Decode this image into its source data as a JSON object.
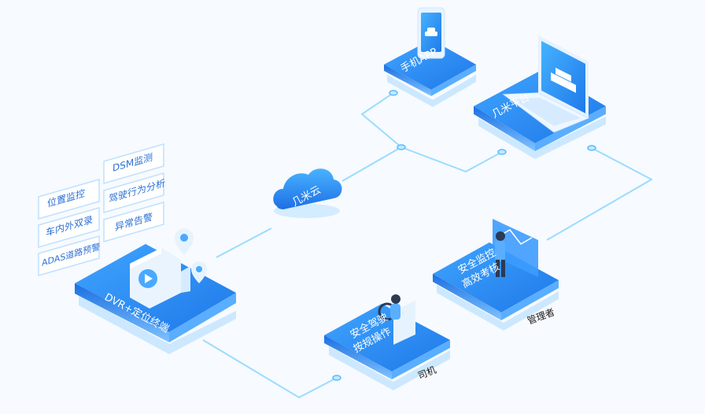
{
  "nodes": {
    "dvr": {
      "label": "DVR+定位终端"
    },
    "cloud": {
      "label": "几米云"
    },
    "app": {
      "label": "手机APP"
    },
    "platform": {
      "label": "几米平台"
    },
    "monitor": {
      "line1": "安全监控",
      "line2": "高效考核"
    },
    "drive": {
      "line1": "安全驾驶",
      "line2": "按规操作"
    }
  },
  "roles": {
    "manager": "管理者",
    "driver": "司机"
  },
  "features": [
    "位置监控",
    "DSM监测",
    "车内外双录",
    "驾驶行为分析",
    "ADAS道路预警",
    "异常告警"
  ],
  "colors": {
    "platform_top": "#2f8df0",
    "platform_side": "#1d6fe0",
    "line": "#8fd3ff",
    "tag_border": "#bfe1ff",
    "tag_text": "#2a6fd6"
  }
}
